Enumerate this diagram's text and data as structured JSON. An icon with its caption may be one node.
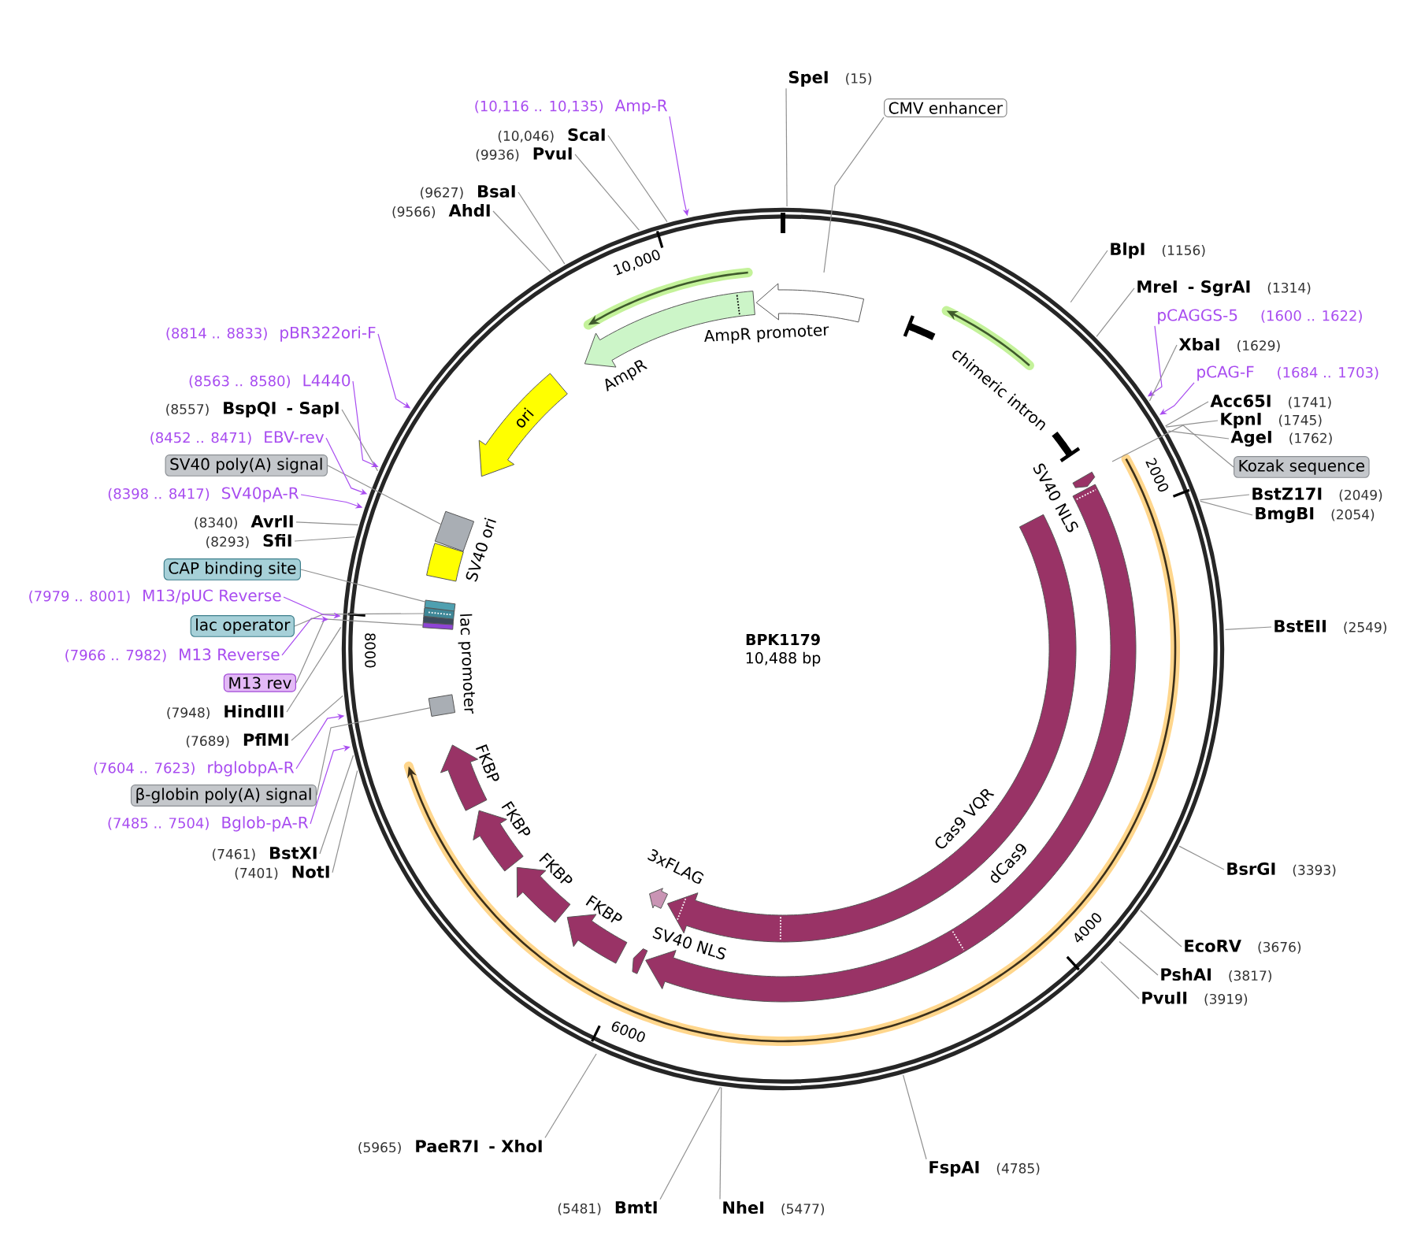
{
  "diagram": {
    "title": "BPK1179",
    "nodes": [
      {
        "text": [
          "SpeI",
          "(15)"
        ]
      },
      {
        "text": [
          "CMV enhancer"
        ]
      },
      {
        "text": [
          "BlpI",
          "(1156)"
        ]
      },
      {
        "text": [
          "MreI",
          "- SgrAI",
          "(1314)"
        ]
      },
      {
        "text": [
          "pCAGGS-5",
          "(1600 .. 1622)"
        ]
      },
      {
        "text": [
          "XbaI",
          "(1629)"
        ]
      },
      {
        "text": [
          "pCAG-F",
          "(1684 .. 1703)"
        ]
      },
      {
        "text": [
          "Acc65I",
          "(1741)"
        ]
      },
      {
        "text": [
          "KpnI",
          "(1745)"
        ]
      },
      {
        "text": [
          "AgeI",
          "(1762)"
        ]
      },
      {
        "text": [
          "Kozak sequence"
        ]
      },
      {
        "text": [
          "BstZ17I",
          "(2049)"
        ]
      },
      {
        "text": [
          "BmgBI",
          "(2054)"
        ]
      },
      {
        "text": [
          "BstEII",
          "(2549)"
        ]
      },
      {
        "text": [
          "BsrGI",
          "(3393)"
        ]
      },
      {
        "text": [
          "EcoRV",
          "(3676)"
        ]
      },
      {
        "text": [
          "PshAI",
          "(3817)"
        ]
      },
      {
        "text": [
          "PvuII",
          "(3919)"
        ]
      },
      {
        "text": [
          "FspAI",
          "(4785)"
        ]
      },
      {
        "text": [
          "NheI",
          "(5477)"
        ]
      },
      {
        "text": [
          "(5481)",
          "BmtI"
        ]
      },
      {
        "text": [
          "(5965)",
          "PaeR7I",
          "- XhoI"
        ]
      },
      {
        "text": [
          "(7401)",
          "NotI"
        ]
      },
      {
        "text": [
          "(7461)",
          "BstXI"
        ]
      },
      {
        "text": [
          "(7485 .. 7504)",
          "Bglob-pA-R"
        ]
      },
      {
        "text": [
          "β-globin poly(A) signal"
        ]
      },
      {
        "text": [
          "(7604 .. 7623)",
          "rbglobpA-R"
        ]
      },
      {
        "text": [
          "(7689)",
          "PflMI"
        ]
      },
      {
        "text": [
          "(7948)",
          "HindIII"
        ]
      },
      {
        "text": [
          "M13 rev"
        ]
      },
      {
        "text": [
          "(7966 .. 7982)",
          "M13 Reverse"
        ]
      },
      {
        "text": [
          "lac operator"
        ]
      },
      {
        "text": [
          "(7979 .. 8001)",
          "M13/pUC Reverse"
        ]
      },
      {
        "text": [
          "CAP binding site"
        ]
      },
      {
        "text": [
          "(8293)",
          "SfiI"
        ]
      },
      {
        "text": [
          "(8340)",
          "AvrII"
        ]
      },
      {
        "text": [
          "(8398 .. 8417)",
          "SV40pA-R"
        ]
      },
      {
        "text": [
          "SV40 poly(A) signal"
        ]
      },
      {
        "text": [
          "(8452 .. 8471)",
          "EBV-rev"
        ]
      },
      {
        "text": [
          "(8557)",
          "BspQI",
          "- SapI"
        ]
      },
      {
        "text": [
          "(8563 .. 8580)",
          "L4440"
        ]
      },
      {
        "text": [
          "(8814 .. 8833)",
          "pBR322ori-F"
        ]
      },
      {
        "text": [
          "(9566)",
          "AhdI"
        ]
      },
      {
        "text": [
          "(9627)",
          "BsaI"
        ]
      },
      {
        "text": [
          "(9936)",
          "PvuI"
        ]
      },
      {
        "text": [
          "(10,046)",
          "ScaI"
        ]
      },
      {
        "text": [
          "(10,116 .. 10,135)",
          "Amp-R"
        ]
      },
      {
        "text": [
          "AmpR promoter"
        ]
      },
      {
        "text": [
          "chimeric intron"
        ]
      },
      {
        "text": [
          "SV40 NLS"
        ]
      },
      {
        "text": [
          "dCas9"
        ]
      },
      {
        "text": [
          "Cas9 VQR"
        ]
      },
      {
        "text": [
          "3xFLAG"
        ]
      },
      {
        "text": [
          "SV40 NLS"
        ]
      },
      {
        "text": [
          "FKBP"
        ]
      },
      {
        "text": [
          "FKBP"
        ]
      },
      {
        "text": [
          "FKBP"
        ]
      },
      {
        "text": [
          "FKBP"
        ]
      },
      {
        "text": [],
        "shape": "box"
      },
      {
        "text": [
          "lac promoter"
        ]
      },
      {
        "text": [],
        "shape": "box"
      },
      {
        "text": [],
        "shape": "box"
      },
      {
        "text": [],
        "shape": "box"
      },
      {
        "text": [
          "SV40 ori"
        ]
      },
      {
        "text": [],
        "shape": "box"
      },
      {
        "text": [
          "ori"
        ]
      },
      {
        "text": [
          "AmpR"
        ]
      }
    ],
    "edges": [
      {
        "from": 0,
        "to": null,
        "arrow": "none"
      },
      {
        "from": 1,
        "to": null,
        "arrow": "none"
      },
      {
        "from": 2,
        "to": null,
        "arrow": "none"
      },
      {
        "from": 3,
        "to": null,
        "arrow": "none"
      },
      {
        "from": 4,
        "to": null,
        "arrow": "to",
        "color": "#a84cf0"
      },
      {
        "from": 5,
        "to": null,
        "arrow": "none"
      },
      {
        "from": 6,
        "to": null,
        "arrow": "to",
        "color": "#a84cf0"
      },
      {
        "from": 7,
        "to": null,
        "arrow": "none"
      },
      {
        "from": 8,
        "to": null,
        "arrow": "none"
      },
      {
        "from": 9,
        "to": null,
        "arrow": "none"
      },
      {
        "from": 10,
        "to": null,
        "arrow": "none"
      },
      {
        "from": 11,
        "to": null,
        "arrow": "none"
      },
      {
        "from": 12,
        "to": null,
        "arrow": "none"
      },
      {
        "from": 13,
        "to": null,
        "arrow": "none"
      },
      {
        "from": 14,
        "to": null,
        "arrow": "none"
      },
      {
        "from": 15,
        "to": null,
        "arrow": "none"
      },
      {
        "from": 16,
        "to": null,
        "arrow": "none"
      },
      {
        "from": 17,
        "to": null,
        "arrow": "none"
      },
      {
        "from": 18,
        "to": null,
        "arrow": "none"
      },
      {
        "from": 19,
        "to": null,
        "arrow": "none"
      },
      {
        "from": 20,
        "to": null,
        "arrow": "none"
      },
      {
        "from": 21,
        "to": null,
        "arrow": "none"
      },
      {
        "from": 22,
        "to": null,
        "arrow": "none"
      },
      {
        "from": 23,
        "to": null,
        "arrow": "none"
      },
      {
        "from": 24,
        "to": null,
        "arrow": "to",
        "color": "#a84cf0"
      },
      {
        "from": 25,
        "to": 58,
        "arrow": "none"
      },
      {
        "from": 26,
        "to": null,
        "arrow": "to",
        "color": "#a84cf0"
      },
      {
        "from": 27,
        "to": null,
        "arrow": "none"
      },
      {
        "from": 28,
        "to": null,
        "arrow": "none"
      },
      {
        "from": 29,
        "to": 60,
        "arrow": "none"
      },
      {
        "from": 30,
        "to": null,
        "arrow": "to",
        "color": "#a84cf0"
      },
      {
        "from": 31,
        "to": 61,
        "arrow": "none"
      },
      {
        "from": 32,
        "to": null,
        "arrow": "to",
        "color": "#a84cf0"
      },
      {
        "from": 33,
        "to": 62,
        "arrow": "none"
      },
      {
        "from": 34,
        "to": null,
        "arrow": "none"
      },
      {
        "from": 35,
        "to": null,
        "arrow": "none"
      },
      {
        "from": 36,
        "to": null,
        "arrow": "to",
        "color": "#a84cf0"
      },
      {
        "from": 37,
        "to": 64,
        "arrow": "none"
      },
      {
        "from": 38,
        "to": null,
        "arrow": "to",
        "color": "#a84cf0"
      },
      {
        "from": 39,
        "to": null,
        "arrow": "none"
      },
      {
        "from": 40,
        "to": null,
        "arrow": "to",
        "color": "#a84cf0"
      },
      {
        "from": 41,
        "to": null,
        "arrow": "to",
        "color": "#a84cf0"
      },
      {
        "from": 42,
        "to": null,
        "arrow": "none"
      },
      {
        "from": 43,
        "to": null,
        "arrow": "none"
      },
      {
        "from": 44,
        "to": null,
        "arrow": "none"
      },
      {
        "from": 45,
        "to": null,
        "arrow": "none"
      },
      {
        "from": 46,
        "to": null,
        "arrow": "to",
        "color": "#a84cf0"
      }
    ],
    "labels": [
      "10,488 bp",
      "2000",
      "4000",
      "6000",
      "8000",
      "10,000"
    ]
  }
}
